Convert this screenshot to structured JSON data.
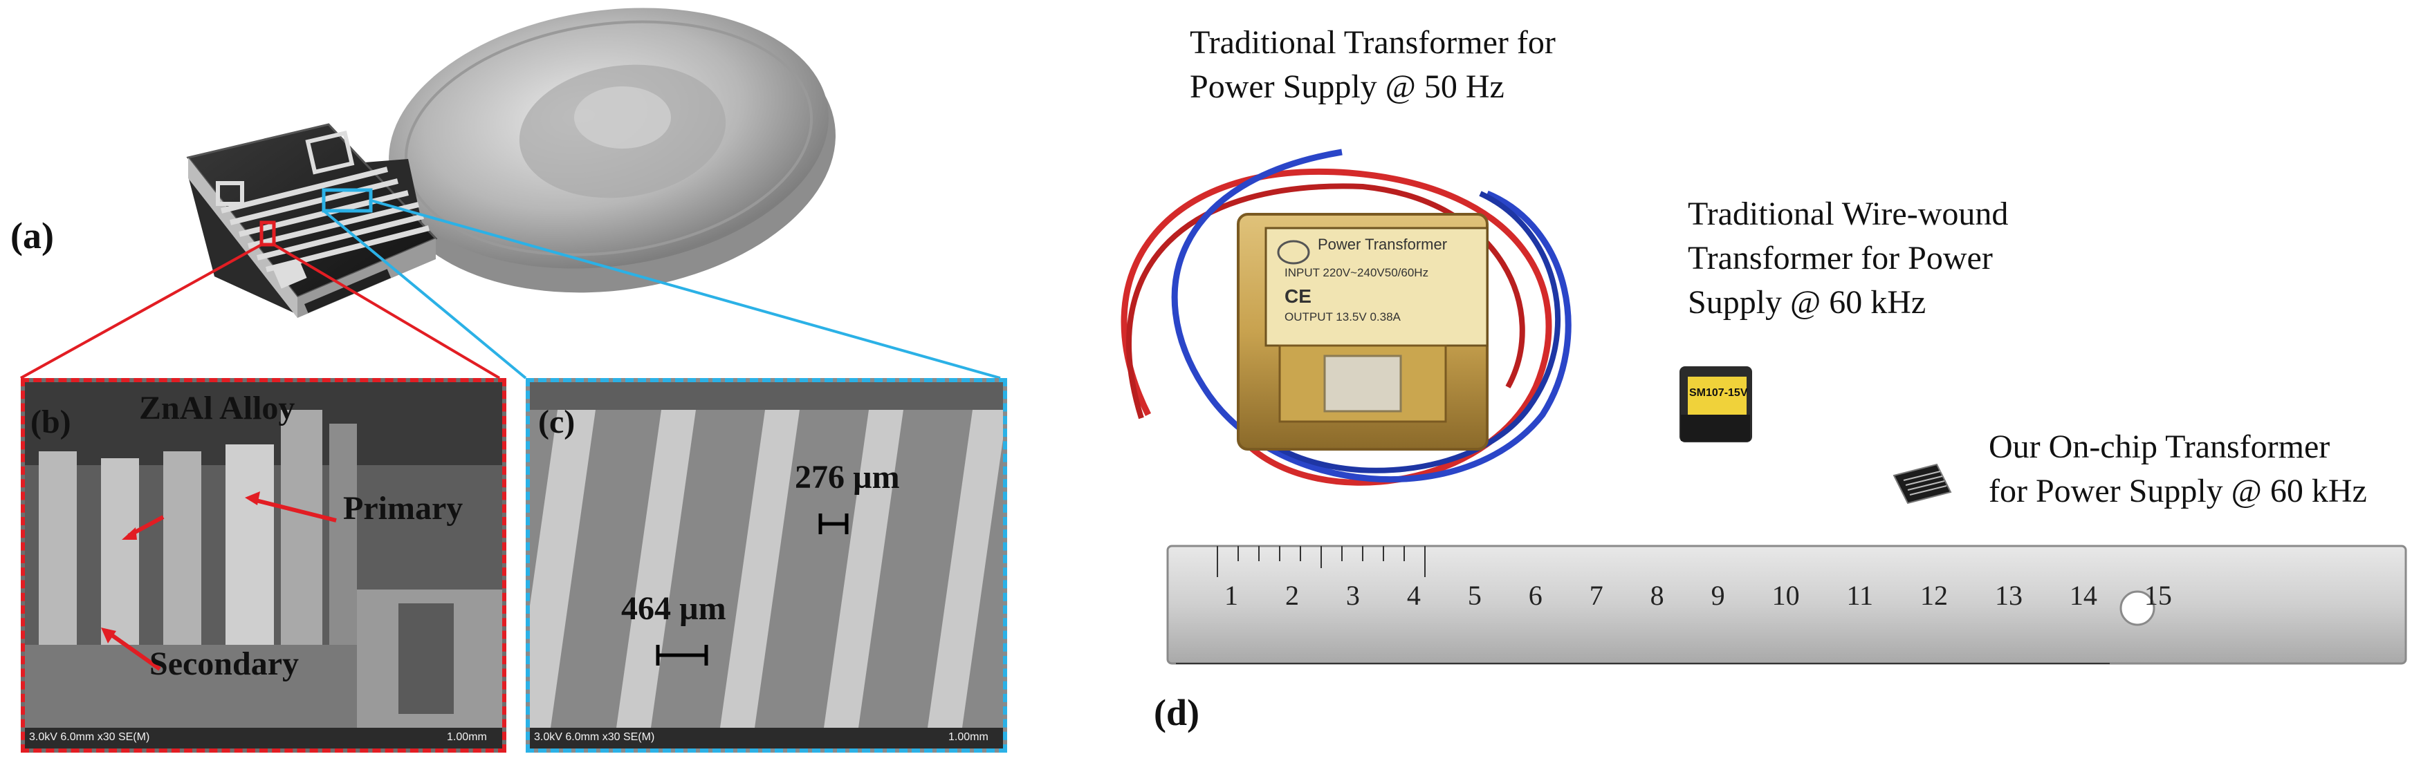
{
  "panel_labels": {
    "a": "(a)",
    "b": "(b)",
    "c": "(c)",
    "d": "(d)"
  },
  "panel_b": {
    "annotations": {
      "alloy": "ZnAl Alloy",
      "primary": "Primary",
      "secondary": "Secondary"
    },
    "sem_info": "3.0kV 6.0mm x30 SE(M)",
    "scale_label": "1.00mm"
  },
  "panel_c": {
    "measure_small": "276 µm",
    "measure_large": "464 µm",
    "sem_info": "3.0kV 6.0mm x30 SE(M)",
    "scale_label": "1.00mm"
  },
  "panel_d": {
    "captions": {
      "traditional_50hz": [
        "Traditional Transformer for",
        "Power Supply @ 50 Hz"
      ],
      "wire_wound": [
        "Traditional Wire-wound",
        "Transformer for Power",
        "Supply @ 60 kHz"
      ],
      "on_chip": [
        "Our On-chip Transformer",
        "for Power Supply @ 60 kHz"
      ]
    },
    "transformer_label": {
      "brand": "Power Transformer",
      "input": "INPUT 220V~240V50/60Hz",
      "ce": "CE",
      "output": "OUTPUT 13.5V 0.38A"
    },
    "small_transformer_label": "SM107-15V",
    "ruler_numbers": [
      "1",
      "2",
      "3",
      "4",
      "5",
      "6",
      "7",
      "8",
      "9",
      "10",
      "11",
      "12",
      "13",
      "14",
      "15"
    ]
  },
  "colors": {
    "zoom_red": "#e21d23",
    "zoom_blue": "#2bb1e6"
  }
}
